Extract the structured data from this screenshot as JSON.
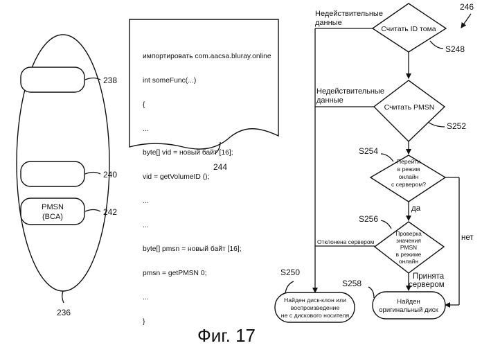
{
  "figure_caption": "Фиг. 17",
  "figure_ref": "246",
  "disc": {
    "ref": "236",
    "box_top_ref": "238",
    "box_mid_ref": "240",
    "pmsn_box": {
      "ref": "242",
      "line1": "PMSN",
      "line2": "(BCA)"
    }
  },
  "code_doc": {
    "ref": "244",
    "lines": [
      "импортировать com.aacsa.bluray.online",
      "int someFunc(...)",
      "{",
      "...",
      "byte[] vid = новый байт [16];",
      "vid = getVolumeID ();",
      "...",
      "...",
      "byte[] pmsn = новый байт [16];",
      "pmsn = getPMSN 0;",
      "...",
      "}"
    ]
  },
  "flow": {
    "read_volume_id": {
      "label": "Считать ID тома",
      "ref": "S248"
    },
    "read_pmsn": {
      "label": "Считать PMSN",
      "ref": "S252"
    },
    "invalid_1": {
      "line1": "Недействительные",
      "line2": "данные"
    },
    "invalid_2": {
      "line1": "Недействительные",
      "line2": "данные"
    },
    "go_online": {
      "ref": "S254",
      "lines": [
        "Перейти",
        "в режим",
        "онлайн",
        "с сервером?"
      ],
      "yes": "да",
      "no": "нет"
    },
    "check_pmsn": {
      "ref": "S256",
      "lines": [
        "Проверка",
        "значения",
        "PMSN",
        "в режиме",
        "онлайн"
      ],
      "rejected": "Отклонена сервером",
      "accepted_line1": "Принята",
      "accepted_line2": "сервером"
    },
    "clone_found": {
      "ref": "S250",
      "lines": [
        "Найден диск-клон или",
        "воспроизведение",
        "не с дискового носителя"
      ]
    },
    "original_found": {
      "ref": "S258",
      "line1": "Найден",
      "line2": "оригинальный диск"
    }
  }
}
